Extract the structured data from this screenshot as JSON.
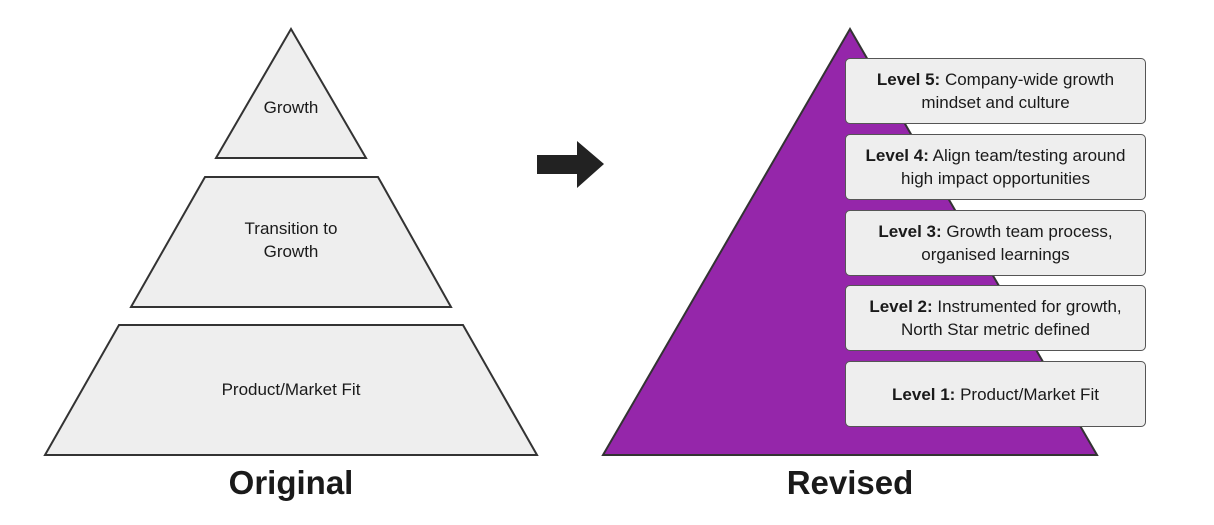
{
  "original": {
    "caption": "Original",
    "tiers": [
      {
        "id": "top",
        "label": "Growth"
      },
      {
        "id": "middle",
        "label": "Transition to\nGrowth"
      },
      {
        "id": "bottom",
        "label": "Product/Market Fit"
      }
    ]
  },
  "revised": {
    "caption": "Revised",
    "levels": [
      {
        "name": "Level 5:",
        "text": " Company-wide growth mindset and culture"
      },
      {
        "name": "Level 4:",
        "text": " Align team/testing around high impact opportunities"
      },
      {
        "name": "Level 3:",
        "text": " Growth team process, organised learnings"
      },
      {
        "name": "Level 2:",
        "text": " Instrumented for growth, North Star metric defined"
      },
      {
        "name": "Level 1:",
        "text": " Product/Market Fit"
      }
    ]
  },
  "colors": {
    "tier_fill": "#eeeeee",
    "outline": "#333333",
    "revised_pyramid": "#9526aa",
    "arrow": "#222222"
  },
  "icons": {
    "transition_arrow": "right-arrow-icon"
  }
}
